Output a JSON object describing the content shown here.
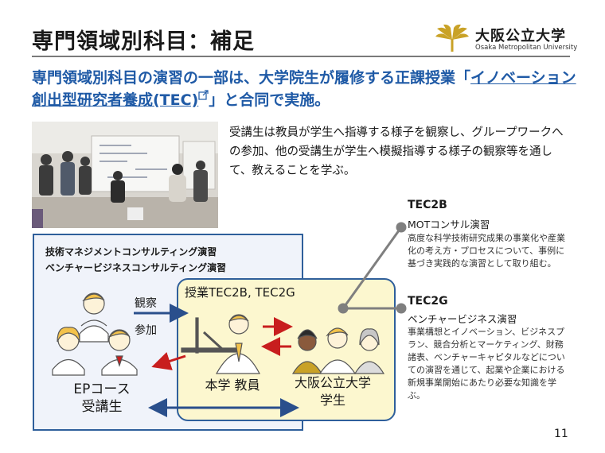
{
  "slide": {
    "title": "専門領域別科目：補足",
    "page_number": "11",
    "lead": {
      "prefix": "専門領域別科目の演習の一部は、大学院生が履修する正課授業「",
      "link": "イノベーション創出型研究者養成(TEC)",
      "suffix": "」と合同で実施。"
    },
    "description": "受講生は教員が学生へ指導する様子を観察し、グループワークへの参加、他の受講生が学生へ模擬指導する様子の観察等を通して、教えることを学ぶ。"
  },
  "logo": {
    "name_jp": "大阪公立大学",
    "name_en": "Osaka Metropolitan University",
    "mark_color": "#c9a227"
  },
  "diagram": {
    "ep_box": {
      "title_line1": "技術マネジメントコンサルティング演習",
      "title_line2": "ベンチャービジネスコンサルティング演習",
      "group_label_line1": "EPコース",
      "group_label_line2": "受講生"
    },
    "class_box": {
      "title": "授業TEC2B, TEC2G",
      "teacher_label": "本学 教員",
      "students_label_line1": "大阪公立大学",
      "students_label_line2": "学生"
    },
    "arrows": {
      "observe_label": "観察",
      "participate_label": "参加"
    },
    "colors": {
      "box_border": "#2f5f9b",
      "class_fill": "#fcf7cf",
      "ep_fill": "#f0f3fa",
      "arrow_blue": "#2a4f8c",
      "arrow_red": "#c81e1e",
      "connector_gray": "#7f7f7f"
    }
  },
  "courses": [
    {
      "code": "TEC2B",
      "name": "MOTコンサル演習",
      "description": "高度な科学技術研究成果の事業化や産業化の考え方・プロセスについて、事例に基づき実践的な演習として取り組む。"
    },
    {
      "code": "TEC2G",
      "name": "ベンチャービジネス演習",
      "description": "事業構想とイノベーション、ビジネスプラン、競合分析とマーケティング、財務諸表、ベンチャーキャピタルなどについての演習を通じて、起業や企業における新規事業開始にあたり必要な知識を学ぶ。"
    }
  ],
  "icons": [
    "osaka-metropolitan-university-logo-mark",
    "external-link-icon",
    "person-icon",
    "teacher-pointing-icon"
  ]
}
